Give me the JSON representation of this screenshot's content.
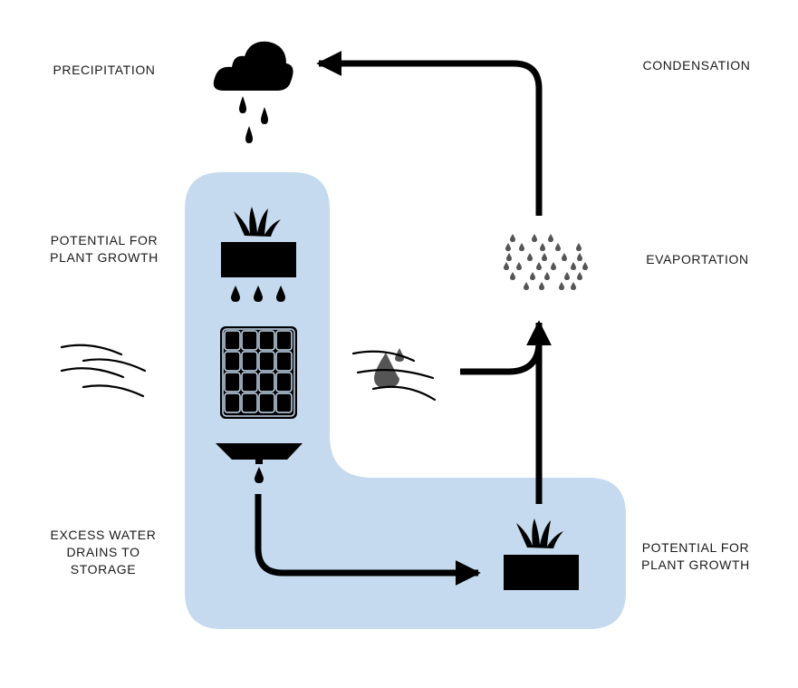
{
  "labels": {
    "precipitation": "PRECIPITATION",
    "condensation": "CONDENSATION",
    "evaporation": "EVAPORTATION",
    "plant_growth_top": [
      "POTENTIAL FOR",
      "PLANT GROWTH"
    ],
    "plant_growth_bottom": [
      "POTENTIAL FOR",
      "PLANT GROWTH"
    ],
    "excess_water": [
      "EXCESS WATER",
      "DRAINS TO",
      "STORAGE"
    ]
  },
  "colors": {
    "zone_fill": "#c5daee",
    "ink": "#000000",
    "droplet_grey": "#555555"
  },
  "icons": [
    "cloud-rain-icon",
    "grass-planter-icon",
    "water-drops-icon",
    "grid-panel-icon",
    "funnel-drain-icon",
    "wind-lines-icon",
    "evaporating-water-icon",
    "vapor-droplets-icon",
    "grass-planter-icon"
  ]
}
